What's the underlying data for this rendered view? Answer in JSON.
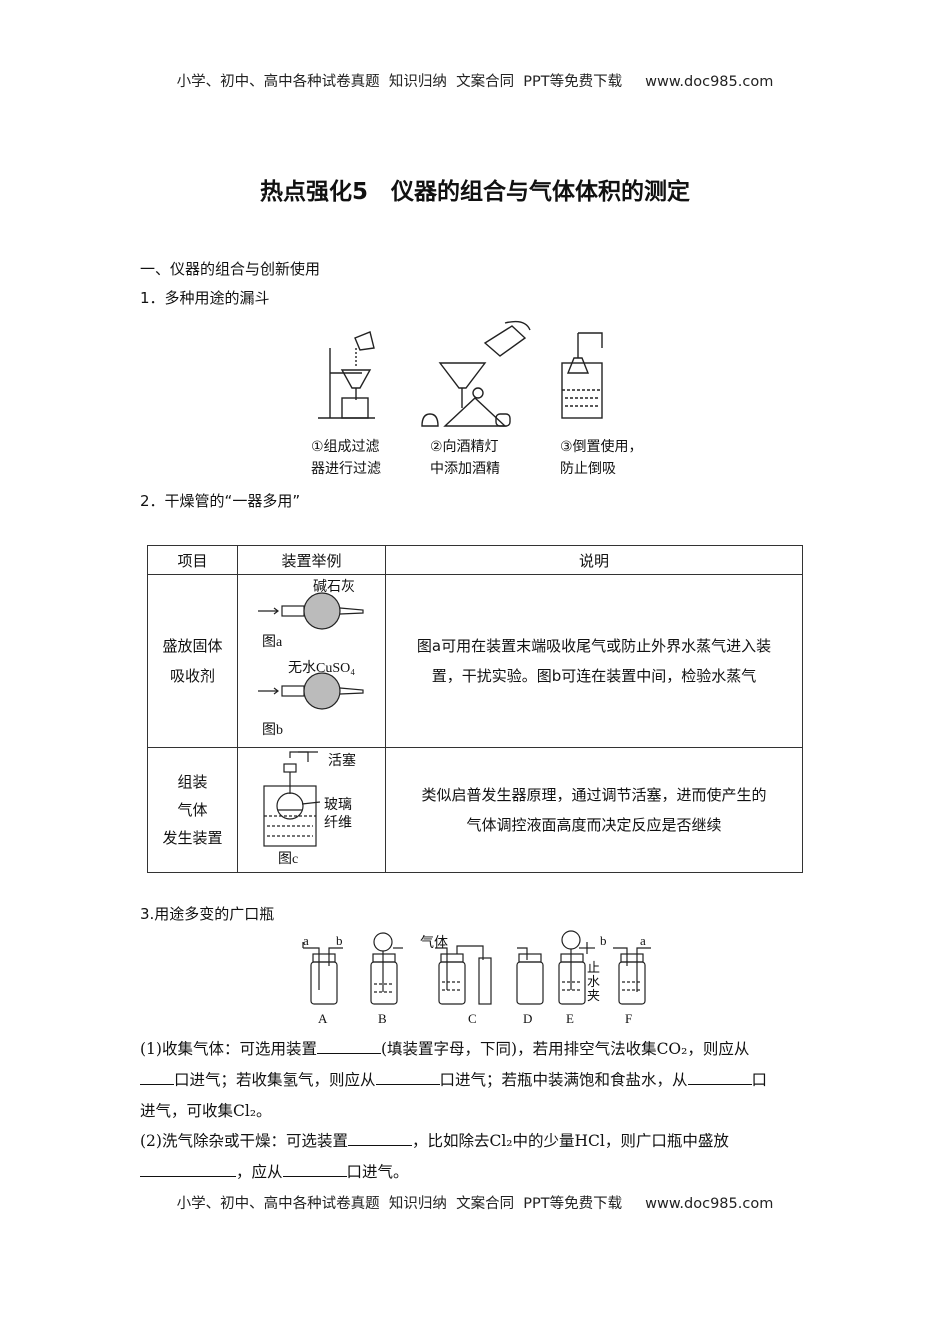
{
  "header": "小学、初中、高中各种试卷真题  知识归纳  文案合同  PPT等免费下载     www.doc985.com",
  "footer": "小学、初中、高中各种试卷真题  知识归纳  文案合同  PPT等免费下载     www.doc985.com",
  "title": "热点强化5　仪器的组合与气体体积的测定",
  "section1": "一、仪器的组合与创新使用",
  "item1": "1．多种用途的漏斗",
  "funnel_captions": [
    [
      "①组成过滤",
      "器进行过滤"
    ],
    [
      "②向酒精灯",
      "中添加酒精"
    ],
    [
      "③倒置使用，",
      "防止倒吸"
    ]
  ],
  "item2": "2．干燥管的“一器多用”",
  "table": {
    "headers": [
      "项目",
      "装置举例",
      "说明"
    ],
    "rows": [
      {
        "item_lines": [
          "盛放固体",
          "吸收剂"
        ],
        "fig_labels": [
          "碱石灰",
          "图a",
          "无水CuSO₄",
          "图b"
        ],
        "desc_lines": [
          "图a可用在装置末端吸收尾气或防止外界水蒸气进入装",
          "置，干扰实验。图b可连在装置中间，检验水蒸气"
        ]
      },
      {
        "item_lines": [
          "组装",
          "气体",
          "发生装置"
        ],
        "fig_labels": [
          "活塞",
          "玻璃",
          "纤维",
          "图c"
        ],
        "desc_lines": [
          "类似启普发生器原理，通过调节活塞，进而使产生的",
          "气体调控液面高度而决定反应是否继续"
        ]
      }
    ]
  },
  "item3": "3.用途多变的广口瓶",
  "bottle_labels": {
    "letters": [
      "A",
      "B",
      "C",
      "D",
      "E",
      "F"
    ],
    "a": "a",
    "b": "b",
    "gas": "气体",
    "clamp": [
      "止",
      "水",
      "夹"
    ]
  },
  "q1": {
    "p1": "(1)收集气体：可选用装置",
    "p2": "(填装置字母，下同)，若用排空气法收集CO₂，则应从",
    "p3": "口进气；若收集氢气，则应从",
    "p4": "口进气；若瓶中装满饱和食盐水，从",
    "p5": "口",
    "p6": "进气，可收集Cl₂。"
  },
  "q2": {
    "p1": "(2)洗气除杂或干燥：可选装置",
    "p2": "，比如除去Cl₂中的少量HCl，则广口瓶中盛放",
    "p3": "，应从",
    "p4": "口进气。"
  }
}
